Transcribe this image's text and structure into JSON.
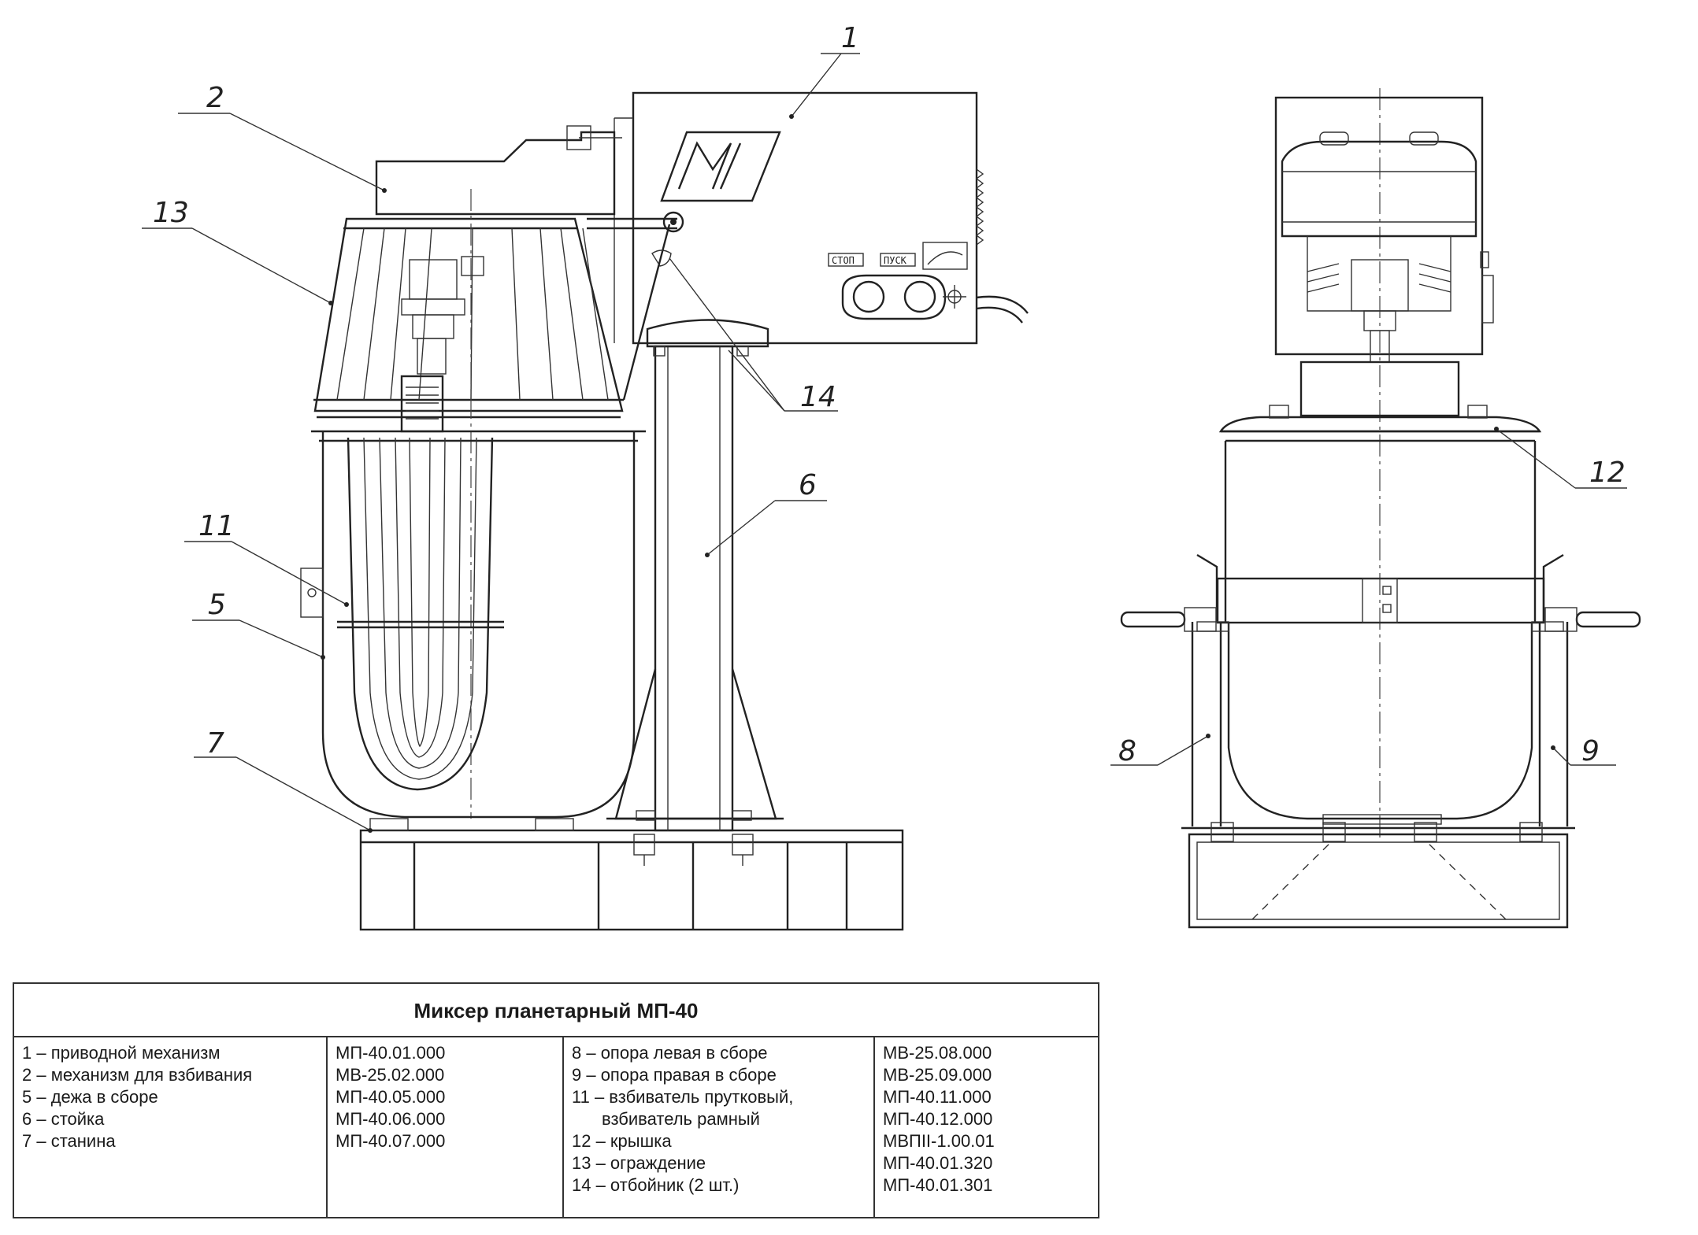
{
  "title": "Миксер планетарный МП-40",
  "callouts": [
    "1",
    "2",
    "13",
    "14",
    "6",
    "11",
    "5",
    "7",
    "12",
    "8",
    "9"
  ],
  "control_panel": {
    "stop_label": "СТОП",
    "start_label": "ПУСК"
  },
  "parts_left": [
    {
      "name": "1 – приводной механизм",
      "code": "МП-40.01.000"
    },
    {
      "name": "2 – механизм для взбивания",
      "code": "МВ-25.02.000"
    },
    {
      "name": "5 – дежа в сборе",
      "code": "МП-40.05.000"
    },
    {
      "name": "6 – стойка",
      "code": "МП-40.06.000"
    },
    {
      "name": "7 – станина",
      "code": "МП-40.07.000"
    }
  ],
  "parts_right": [
    {
      "name": "8 – опора левая в сборе",
      "code": "МВ-25.08.000"
    },
    {
      "name": "9 – опора правая в сборе",
      "code": "МВ-25.09.000"
    },
    {
      "name": "11 – взбиватель прутковый,",
      "code": "МП-40.11.000"
    },
    {
      "name": "взбиватель рамный",
      "code": "МП-40.12.000"
    },
    {
      "name": "12 – крышка",
      "code": "МВПII-1.00.01"
    },
    {
      "name": "13 – ограждение",
      "code": "МП-40.01.320"
    },
    {
      "name": "14 – отбойник (2 шт.)",
      "code": "МП-40.01.301"
    }
  ]
}
